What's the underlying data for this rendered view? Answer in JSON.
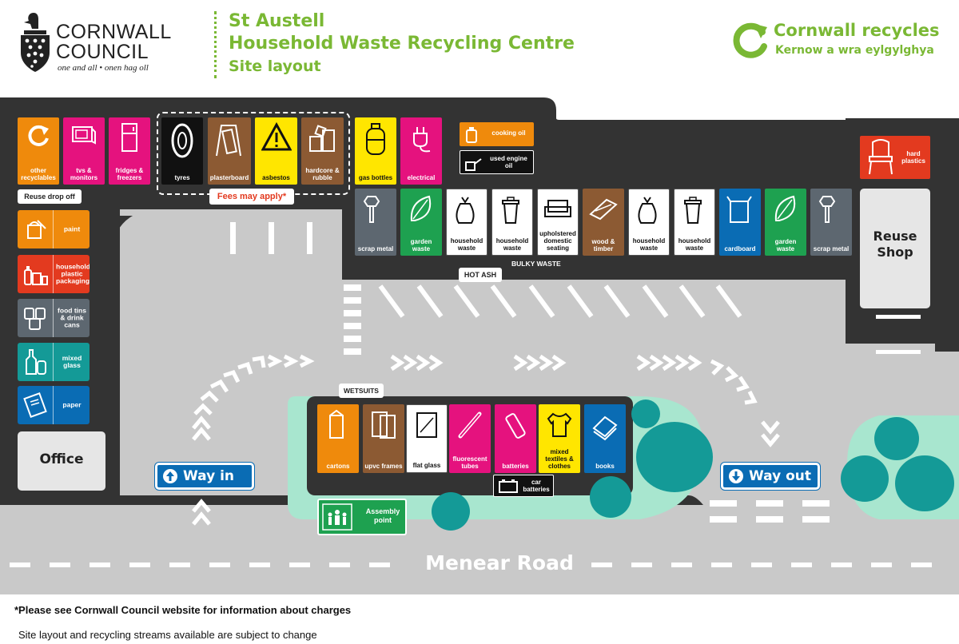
{
  "header": {
    "council_line1": "CORNWALL",
    "council_line2": "COUNCIL",
    "council_motto": "one and all • onen hag oll",
    "title_line1": "St Austell",
    "title_line2": "Household Waste Recycling Centre",
    "title_line3": "Site layout",
    "brand_name": "Cornwall recycles",
    "brand_sub": "Kernow a wra eylgylghya"
  },
  "colors": {
    "site_dark": "#333333",
    "road": "#c9c9c9",
    "brand_green": "#7ab834",
    "mint": "#a8e6cf",
    "tree": "#149a97",
    "orange": "#ef8a0c",
    "magenta": "#e5127e",
    "brown": "#8c5a33",
    "yellow": "#ffe600",
    "green": "#1ea150",
    "slate": "#5d6770",
    "red": "#e33a1f",
    "teal": "#149a97",
    "blue": "#0a6cb4",
    "black": "#111111"
  },
  "top_row": [
    {
      "label": "other recyclables",
      "color": "orange",
      "icon": "recycle-icon"
    },
    {
      "label": "tvs & monitors",
      "color": "magenta",
      "icon": "tv-icon"
    },
    {
      "label": "fridges & freezers",
      "color": "magenta",
      "icon": "fridge-icon"
    }
  ],
  "fees_row": [
    {
      "label": "tyres",
      "color": "black",
      "icon": "tyre-icon"
    },
    {
      "label": "plasterboard",
      "color": "brown",
      "icon": "plasterboard-icon"
    },
    {
      "label": "asbestos",
      "color": "yellow",
      "icon": "warning-icon"
    },
    {
      "label": "hardcore & rubble",
      "color": "brown",
      "icon": "rubble-icon"
    }
  ],
  "fees_note": "Fees may apply*",
  "gas_row": [
    {
      "label": "gas bottles",
      "color": "yellow",
      "icon": "gas-bottle-icon"
    },
    {
      "label": "electrical",
      "color": "magenta",
      "icon": "plug-icon"
    }
  ],
  "oil": [
    {
      "label": "cooking oil",
      "color": "orange",
      "icon": "oil-bottle-icon"
    },
    {
      "label": "used engine oil",
      "color": "black",
      "icon": "oil-can-icon"
    }
  ],
  "hard_plastics": {
    "label": "hard plastics",
    "icon": "chair-icon"
  },
  "reuse_drop_off": "Reuse drop off",
  "side_column": [
    {
      "label": "paint",
      "color": "orange",
      "icon": "paint-icon"
    },
    {
      "label": "household plastic packaging",
      "color": "red",
      "icon": "plastic-bottles-icon"
    },
    {
      "label": "food tins & drink cans",
      "color": "slate",
      "icon": "cans-icon"
    },
    {
      "label": "mixed glass",
      "color": "teal",
      "icon": "glass-bottles-icon"
    },
    {
      "label": "paper",
      "color": "blue",
      "icon": "paper-icon"
    }
  ],
  "office": "Office",
  "bays": [
    {
      "label": "scrap metal",
      "color": "slate",
      "icon": "bolt-icon"
    },
    {
      "label": "garden waste",
      "color": "green",
      "icon": "leaf-icon"
    },
    {
      "label": "household waste",
      "color": "white",
      "icon": "bin-bag-icon"
    },
    {
      "label": "household waste",
      "color": "white",
      "icon": "bin-icon"
    },
    {
      "label": "upholstered domestic seating",
      "color": "white",
      "icon": "sofa-icon"
    },
    {
      "label": "wood & timber",
      "color": "brown",
      "icon": "timber-icon"
    },
    {
      "label": "household waste",
      "color": "white",
      "icon": "bin-bag-icon"
    },
    {
      "label": "household waste",
      "color": "white",
      "icon": "bin-icon"
    },
    {
      "label": "cardboard",
      "color": "blue",
      "icon": "box-icon"
    },
    {
      "label": "garden waste",
      "color": "green",
      "icon": "leaf-icon"
    },
    {
      "label": "scrap metal",
      "color": "slate",
      "icon": "bolt-icon"
    }
  ],
  "bulky_waste": "BULKY WASTE",
  "hot_ash": "HOT ASH",
  "reuse_shop": "Reuse Shop",
  "wetsuits": "WETSUITS",
  "island": [
    {
      "label": "cartons",
      "color": "orange",
      "icon": "carton-icon"
    },
    {
      "label": "upvc frames",
      "color": "brown",
      "icon": "window-icon"
    },
    {
      "label": "flat glass",
      "color": "white",
      "icon": "glass-pane-icon"
    },
    {
      "label": "fluorescent tubes",
      "color": "magenta",
      "icon": "tube-icon"
    },
    {
      "label": "batteries",
      "color": "magenta",
      "icon": "battery-icon"
    },
    {
      "label": "mixed textiles & clothes",
      "color": "yellow",
      "icon": "clothes-icon"
    },
    {
      "label": "books",
      "color": "blue",
      "icon": "books-icon"
    }
  ],
  "car_batteries": "car batteries",
  "way_in": "Way in",
  "way_out": "Way out",
  "assembly_point": "Assembly point",
  "road_name": "Menear Road",
  "footnote_1": "*Please see Cornwall Council website for information about charges",
  "footnote_2": "Site layout and recycling streams available are subject to change"
}
